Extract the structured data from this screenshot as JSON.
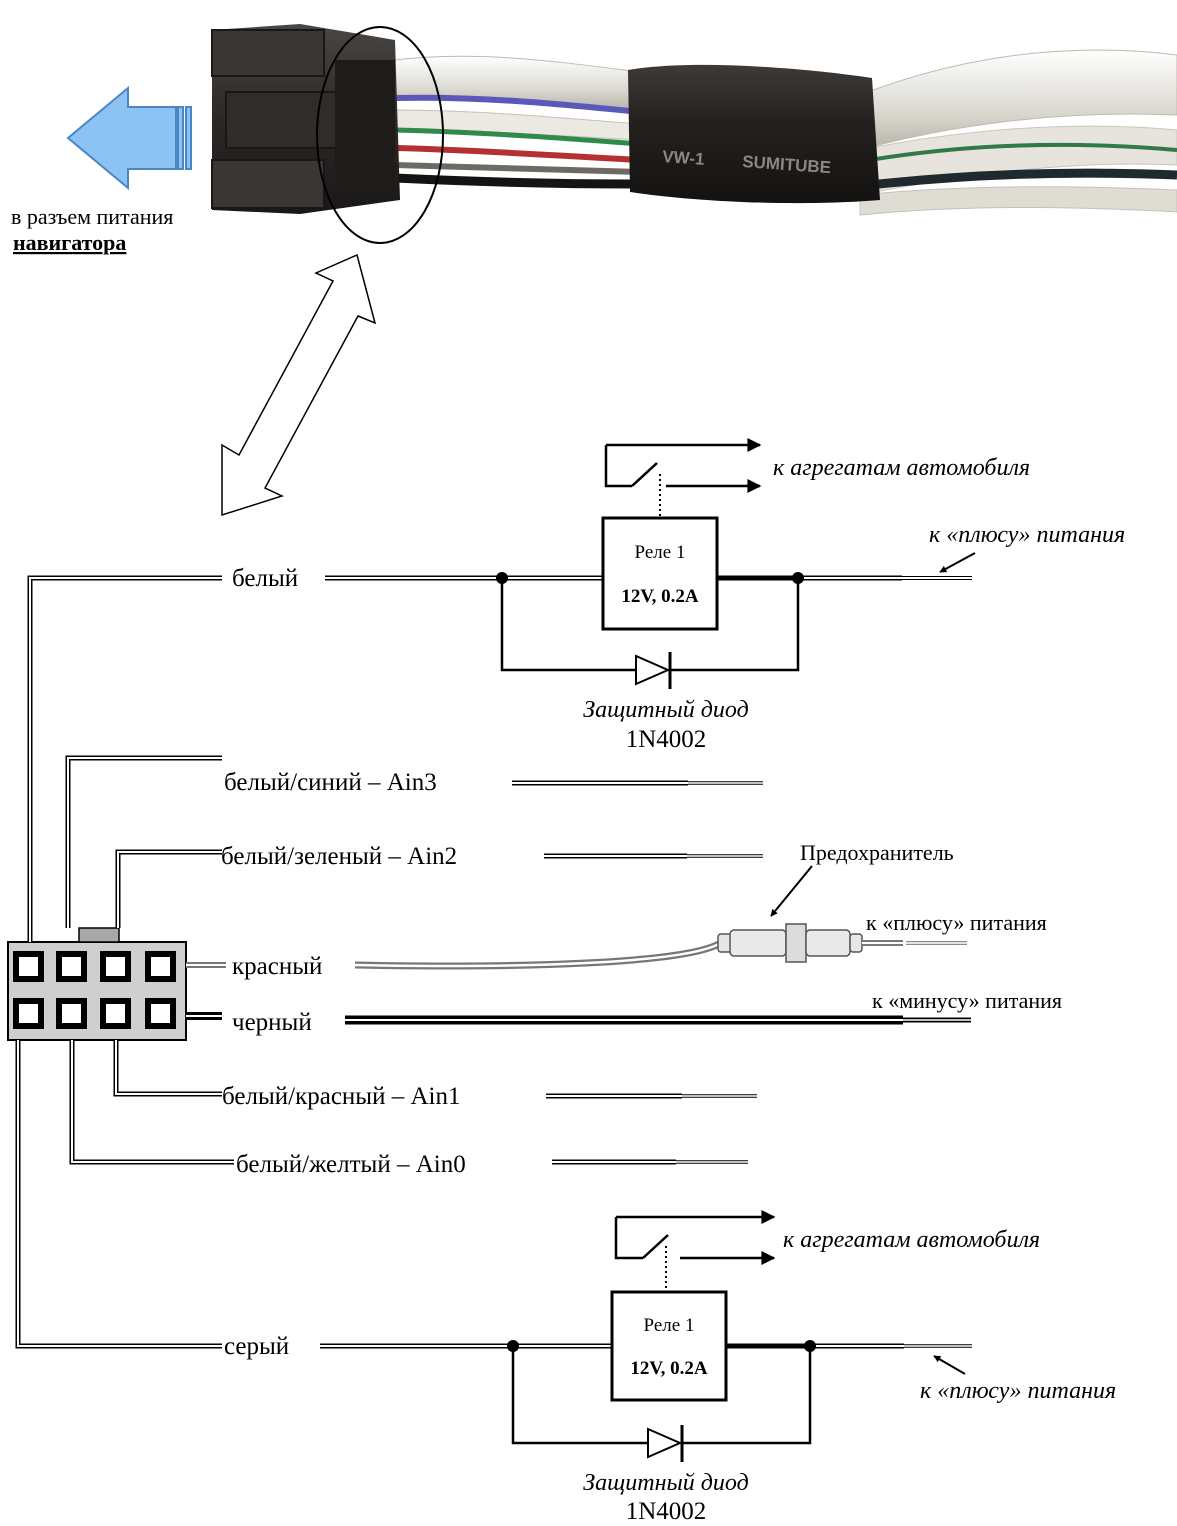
{
  "photo": {
    "label_line1": "в разъем питания",
    "label_line2": "навигатора",
    "sleeve_text_1": "VW-1",
    "sleeve_text_2": "SUMITUBE",
    "arrow_color": "#8cc3f2"
  },
  "top_relay": {
    "wire_label": "белый",
    "relay_name": "Реле 1",
    "relay_rating": "12V, 0.2A",
    "output_label": "к агрегатам автомобиля",
    "power_label": "к «плюсу» питания",
    "diode_label": "Защитный диод",
    "diode_model": "1N4002"
  },
  "wires": {
    "white_blue": "белый/синий – Ain3",
    "white_green": "белый/зеленый – Ain2",
    "fuse_label": "Предохранитель",
    "red": "красный",
    "red_target": "к «плюсу» питания",
    "black": "черный",
    "black_target": "к «минусу» питания",
    "white_red": "белый/красный – Ain1",
    "white_yellow": "белый/желтый – Ain0"
  },
  "bottom_relay": {
    "wire_label": "серый",
    "relay_name": "Реле 1",
    "relay_rating": "12V, 0.2A",
    "output_label": "к агрегатам автомобиля",
    "power_label": "к «плюсу» питания",
    "diode_label": "Защитный диод",
    "diode_model": "1N4002"
  }
}
